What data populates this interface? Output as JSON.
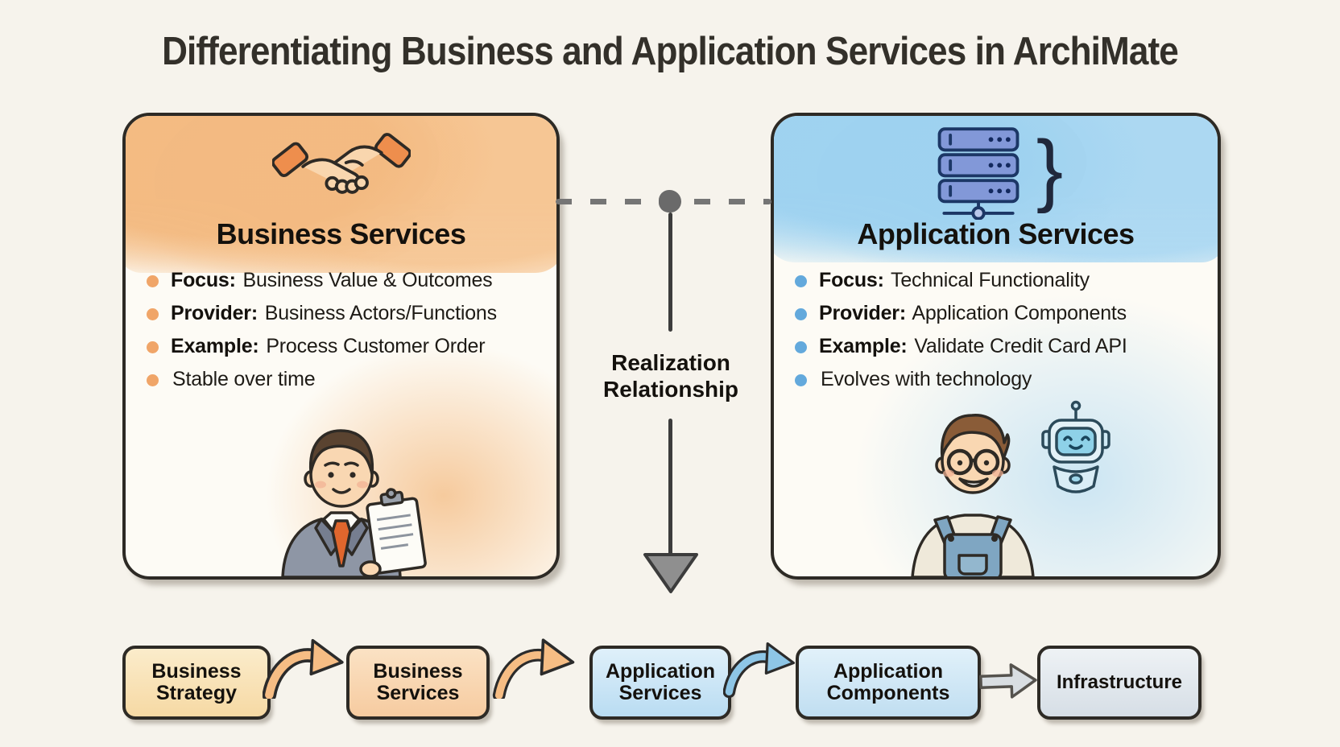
{
  "title": "Differentiating Business and Application Services in ArchiMate",
  "left_card": {
    "icon": "handshake-icon",
    "heading": "Business Services",
    "bullets": [
      {
        "label": "Focus:",
        "text": "Business Value & Outcomes"
      },
      {
        "label": "Provider:",
        "text": "Business Actors/Functions"
      },
      {
        "label": "Example:",
        "text": "Process Customer Order"
      },
      {
        "label": "",
        "text": "Stable over time"
      }
    ],
    "illustration": "businessman-with-clipboard"
  },
  "right_card": {
    "icon": "server-stack-icon",
    "brace": "}",
    "heading": "Application Services",
    "bullets": [
      {
        "label": "Focus:",
        "text": "Technical Functionality"
      },
      {
        "label": "Provider:",
        "text": "Application Components"
      },
      {
        "label": "Example:",
        "text": "Validate Credit Card API"
      },
      {
        "label": "",
        "text": "Evolves with technology"
      }
    ],
    "illustration": "developer-with-robot"
  },
  "connector": {
    "label_line1": "Realization",
    "label_line2": "Relationship",
    "style": "dashed-line-with-down-arrow"
  },
  "flow": {
    "boxes": [
      {
        "line1": "Business",
        "line2": "Strategy",
        "color": "#f6d9a4"
      },
      {
        "line1": "Business",
        "line2": "Services",
        "color": "#f6cba0"
      },
      {
        "line1": "Application",
        "line2": "Services",
        "color": "#b9dcf2"
      },
      {
        "line1": "Application",
        "line2": "Components",
        "color": "#c0def1"
      },
      {
        "line1": "Infrastructure",
        "line2": "",
        "color": "#d6dee6"
      }
    ],
    "arrows": [
      {
        "icon": "curved-arrow-icon",
        "color": "#f6bd84"
      },
      {
        "icon": "curved-arrow-icon",
        "color": "#f6bd84"
      },
      {
        "icon": "curved-arrow-icon",
        "color": "#8ec6e6"
      },
      {
        "icon": "straight-arrow-icon",
        "color": "#d9dee2"
      }
    ]
  },
  "colors": {
    "background": "#f6f3ec",
    "orange_accent": "#f0a568",
    "blue_accent": "#63a9dc",
    "orange_wash": "#f5c491",
    "blue_wash": "#a8d6f0",
    "border": "#2d2a25",
    "text": "#14110d"
  }
}
